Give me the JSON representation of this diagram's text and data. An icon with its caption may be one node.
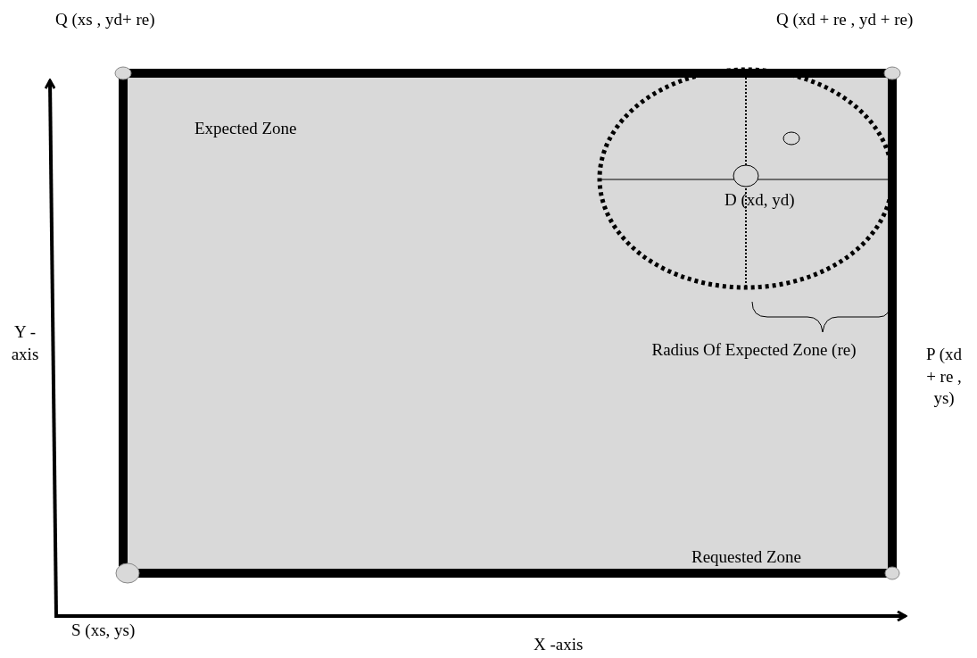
{
  "diagram": {
    "labels": [
      "Q (xs , yd+ re)",
      "Q (xd + re , yd + re)",
      "Expected Zone",
      "D (xd, yd)",
      "Y - axis",
      "Radius Of Expected Zone (re)",
      "P (xd + re , ys)",
      "Requested Zone",
      "S (xs, ys)",
      "X -axis"
    ]
  }
}
